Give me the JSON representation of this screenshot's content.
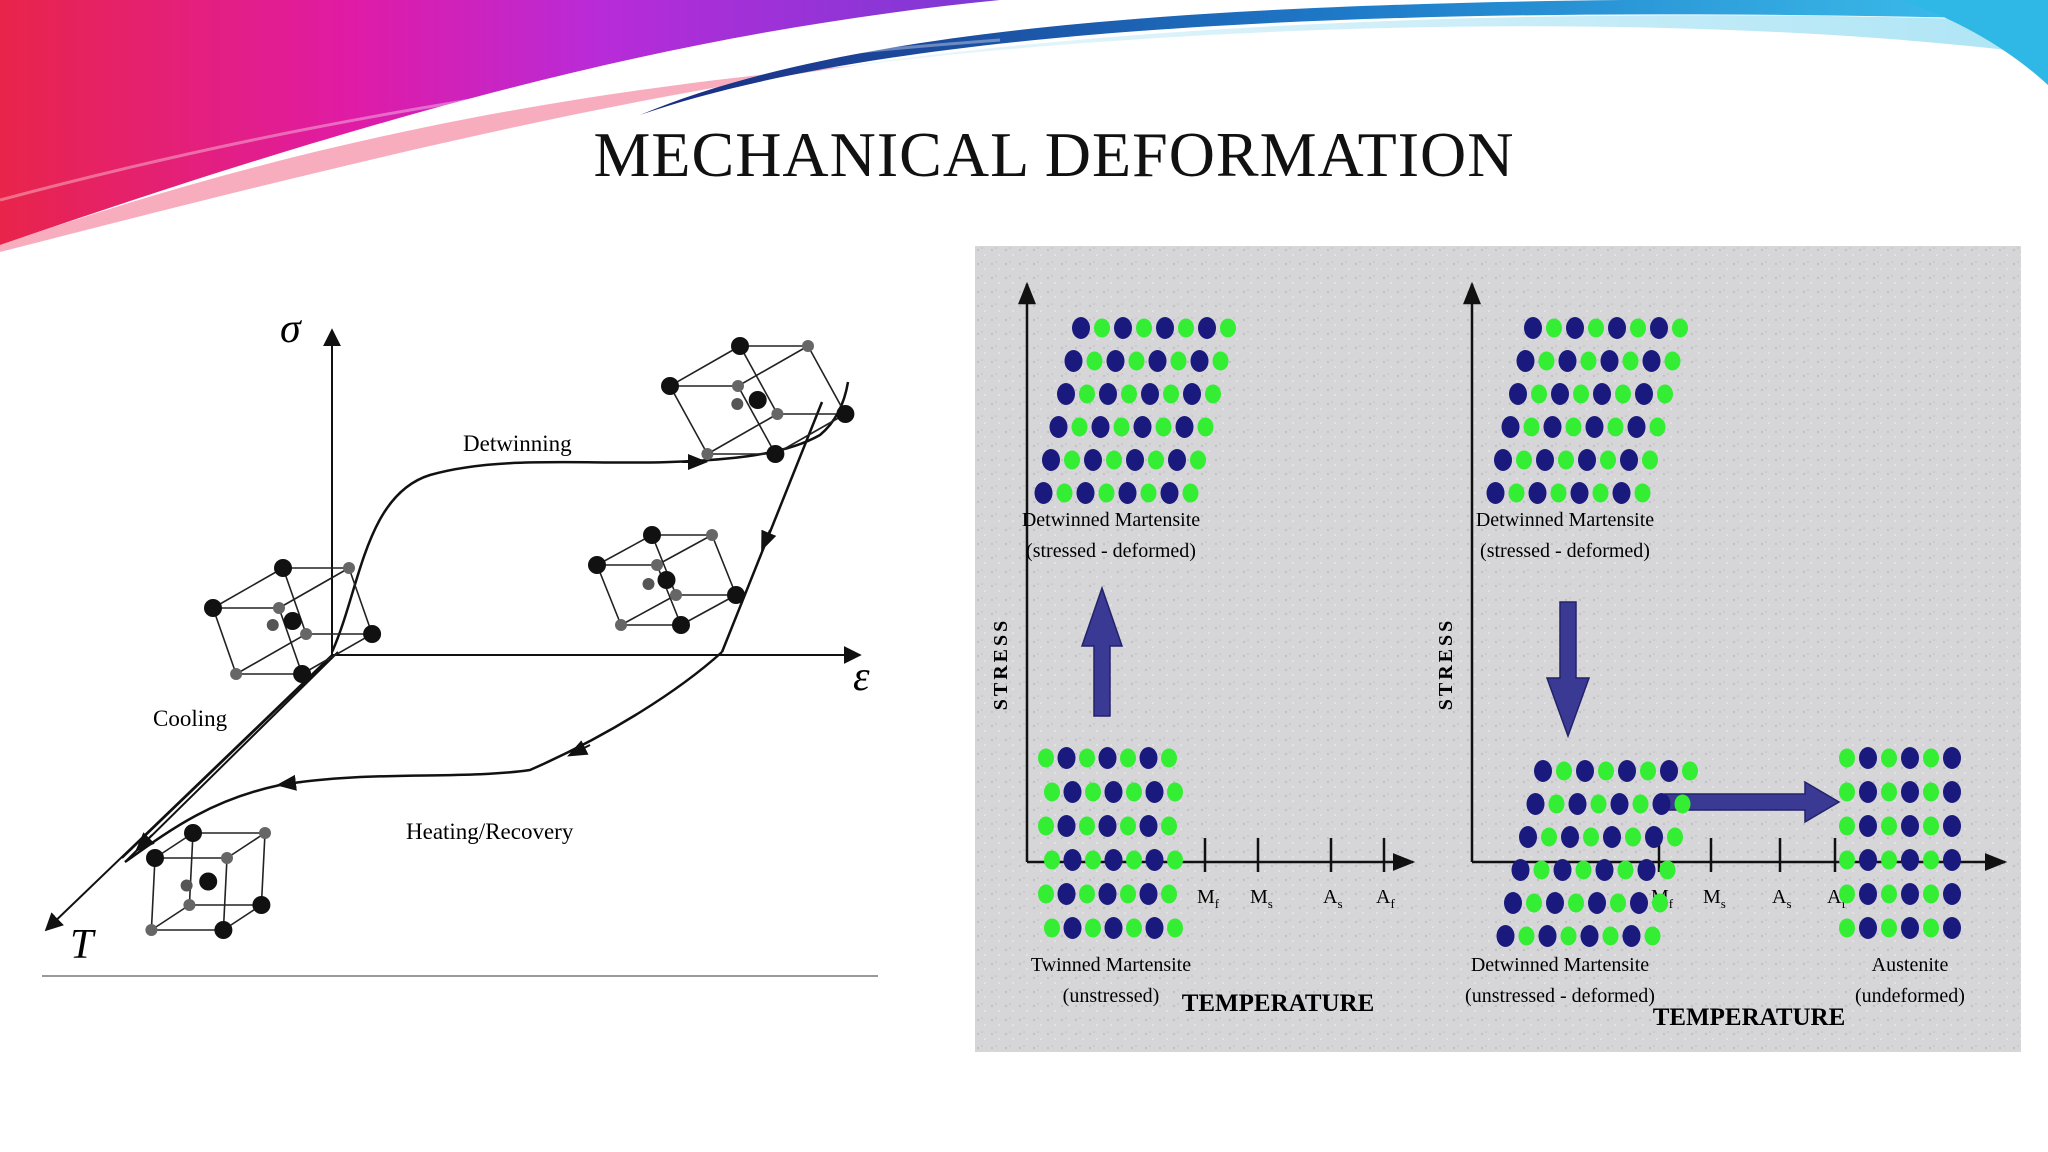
{
  "slide": {
    "title": "MECHANICAL DEFORMATION"
  },
  "left_diagram": {
    "axis_sigma": "σ",
    "axis_epsilon": "ε",
    "axis_T": "T",
    "label_detwinning": "Detwinning",
    "label_cooling": "Cooling",
    "label_heating": "Heating/Recovery"
  },
  "right_diagram": {
    "left_chart": {
      "ylabel": "STRESS",
      "xlabel": "TEMPERATURE",
      "ticks": [
        "M",
        "M",
        "A",
        "A"
      ],
      "tick_subs": [
        "f",
        "s",
        "s",
        "f"
      ],
      "top_label_1": "Detwinned Martensite",
      "top_label_2": "(stressed - deformed)",
      "bottom_label_1": "Twinned Martensite",
      "bottom_label_2": "(unstressed)"
    },
    "right_chart": {
      "ylabel": "STRESS",
      "xlabel": "TEMPERATURE",
      "ticks": [
        "M",
        "M",
        "A",
        "A"
      ],
      "tick_subs": [
        "f",
        "s",
        "s",
        "f"
      ],
      "top_label_1": "Detwinned Martensite",
      "top_label_2": "(stressed - deformed)",
      "mid_label_1": "Detwinned Martensite",
      "mid_label_2": "(unstressed - deformed)",
      "aus_label_1": "Austenite",
      "aus_label_2": "(undeformed)"
    },
    "colors": {
      "navy": "#1a1a7e",
      "green": "#33ee33",
      "arrow": "#3a3a94",
      "panel_bg": "#d4d4d6"
    }
  }
}
